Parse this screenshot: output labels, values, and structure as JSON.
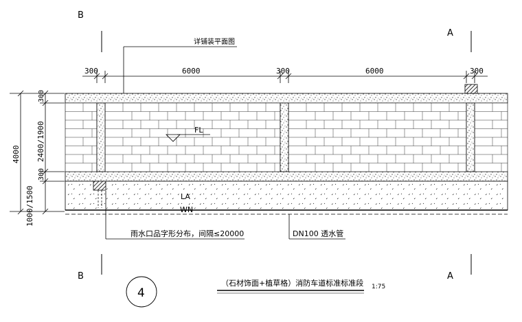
{
  "section_marks": {
    "left_top": "B",
    "right_top": "A",
    "left_bottom": "B",
    "right_bottom": "A"
  },
  "callouts": {
    "plan_reference": "详铺装平面图",
    "fl": "FL",
    "la": "LA",
    "wn": "WN",
    "drain_note": "雨水口品字形分布，间隔≤20000",
    "pipe_note": "DN100 透水管"
  },
  "dimensions": {
    "top": [
      "300",
      "6000",
      "300",
      "6000",
      "300"
    ],
    "left_total": "4000",
    "left_sub": [
      "300",
      "2400/1900",
      "300",
      "1000/1500"
    ]
  },
  "title": {
    "number": "4",
    "text": "（石材饰面+植草格）消防车道标准标准段",
    "scale": "1:75"
  }
}
